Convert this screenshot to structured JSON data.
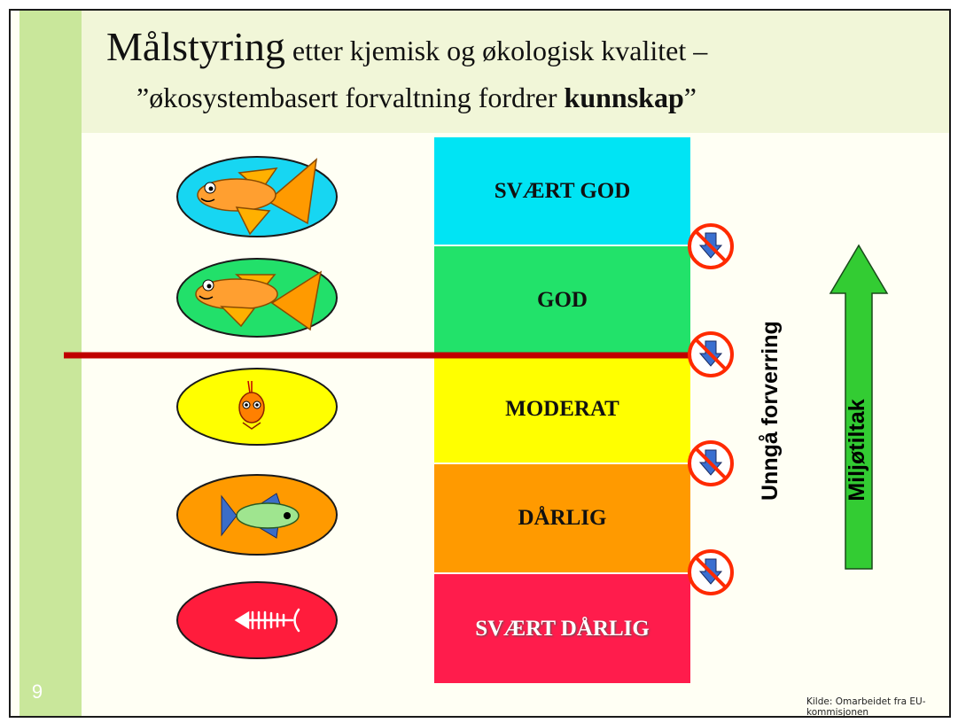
{
  "slide": {
    "title_emph": "Målstyring",
    "title_rest": " etter kjemisk og økologisk kvalitet –",
    "subtitle_pre": "”økosystembasert forvaltning fordrer ",
    "subtitle_bold": "kunnskap",
    "subtitle_post": "”",
    "page_number": "9",
    "source": "Kilde: Omarbeidet fra EU-kommisjonen"
  },
  "scale": {
    "levels": [
      {
        "label": "SVÆRT GOD",
        "color": "#00e4f4"
      },
      {
        "label": "GOD",
        "color": "#22e26a"
      },
      {
        "label": "MODERAT",
        "color": "#ffff00"
      },
      {
        "label": "DÅRLIG",
        "color": "#ff9a00"
      },
      {
        "label": "SVÆRT DÅRLIG",
        "color": "#ff1c4c"
      }
    ],
    "boundary_color": "#c00000",
    "no_worsening_label": "Unngå forverring",
    "measures_label": "Miljøtiltak",
    "measures_arrow_color": "#33cc33"
  },
  "fish_ovals": [
    {
      "color": "#17d6f2",
      "icon": "healthy-fish-icon"
    },
    {
      "color": "#22e06a",
      "icon": "healthy-fish-icon"
    },
    {
      "color": "#ffff00",
      "icon": "small-fish-icon"
    },
    {
      "color": "#ff9a00",
      "icon": "sick-fish-icon"
    },
    {
      "color": "#ff1c3c",
      "icon": "fish-skeleton-icon"
    }
  ]
}
